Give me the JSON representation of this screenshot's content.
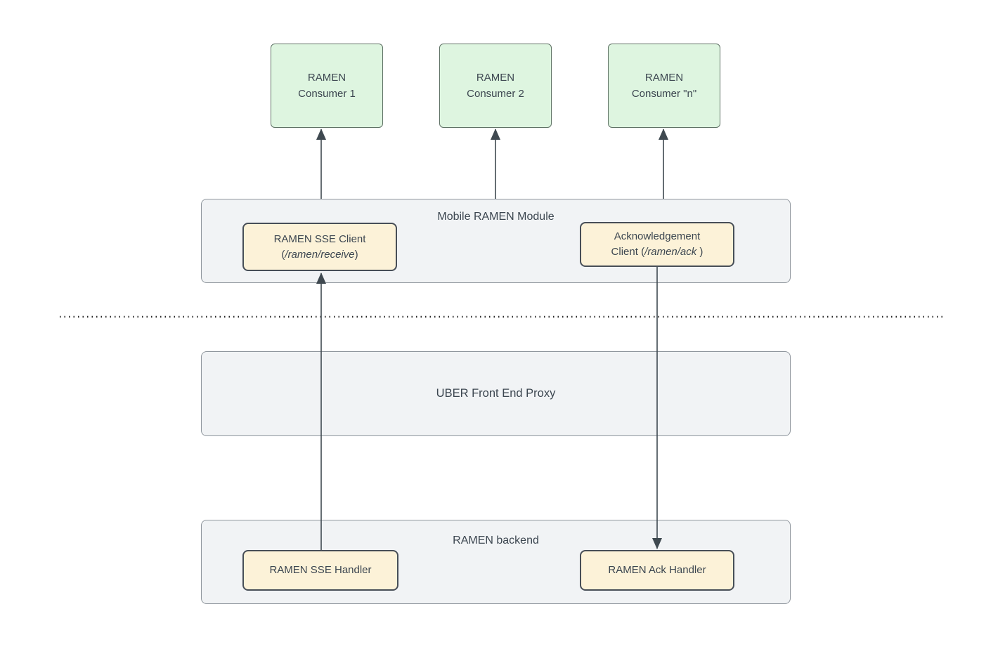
{
  "diagram": {
    "nodes": {
      "consumer1": {
        "line1": "RAMEN",
        "line2": "Consumer 1"
      },
      "consumer2": {
        "line1": "RAMEN",
        "line2": "Consumer 2"
      },
      "consumer3": {
        "line1": "RAMEN",
        "line2": "Consumer \"n\""
      },
      "mobile_module": {
        "title": "Mobile RAMEN Module"
      },
      "sse_client": {
        "line1": "RAMEN SSE Client",
        "line2_prefix": "(",
        "line2_italic": "/ramen/receive",
        "line2_suffix": ")"
      },
      "ack_client": {
        "line1": "Acknowledgement",
        "line2_prefix": "Client (",
        "line2_italic": "/ramen/ack",
        "line2_suffix": " )"
      },
      "proxy": {
        "title": "UBER Front End Proxy"
      },
      "backend": {
        "title": "RAMEN backend"
      },
      "sse_handler": {
        "label": "RAMEN SSE Handler"
      },
      "ack_handler": {
        "label": "RAMEN Ack Handler"
      }
    },
    "edges": [
      {
        "from": "mobile_module",
        "to": "consumer1",
        "direction": "up"
      },
      {
        "from": "mobile_module",
        "to": "consumer2",
        "direction": "up"
      },
      {
        "from": "mobile_module",
        "to": "consumer3",
        "direction": "up"
      },
      {
        "from": "sse_handler",
        "to": "sse_client",
        "direction": "up"
      },
      {
        "from": "ack_client",
        "to": "ack_handler",
        "direction": "down"
      }
    ],
    "colors": {
      "consumer_fill": "#def5e0",
      "consumer_stroke": "#5f7265",
      "subnode_fill": "#fcf2d8",
      "subnode_stroke": "#474e57",
      "container_fill": "#f1f3f5",
      "container_stroke": "#8f969d",
      "text": "#3c4650",
      "arrow": "#3f4950",
      "divider": "#2a2a2a"
    }
  }
}
